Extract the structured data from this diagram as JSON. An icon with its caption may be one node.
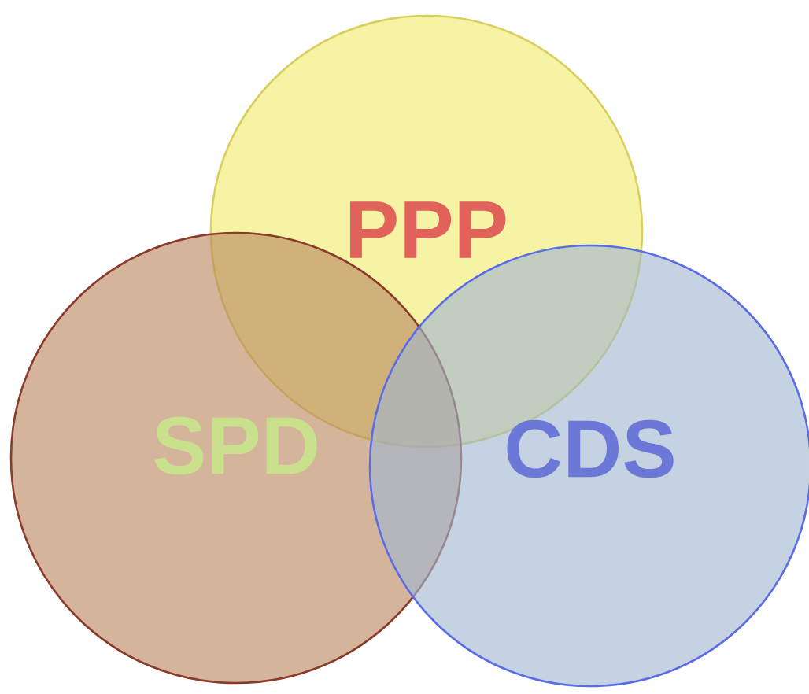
{
  "diagram": {
    "nodes": [
      {
        "text": [
          "PPP"
        ]
      },
      {
        "text": [
          "SPD"
        ]
      },
      {
        "text": [
          "CDS"
        ]
      }
    ]
  }
}
